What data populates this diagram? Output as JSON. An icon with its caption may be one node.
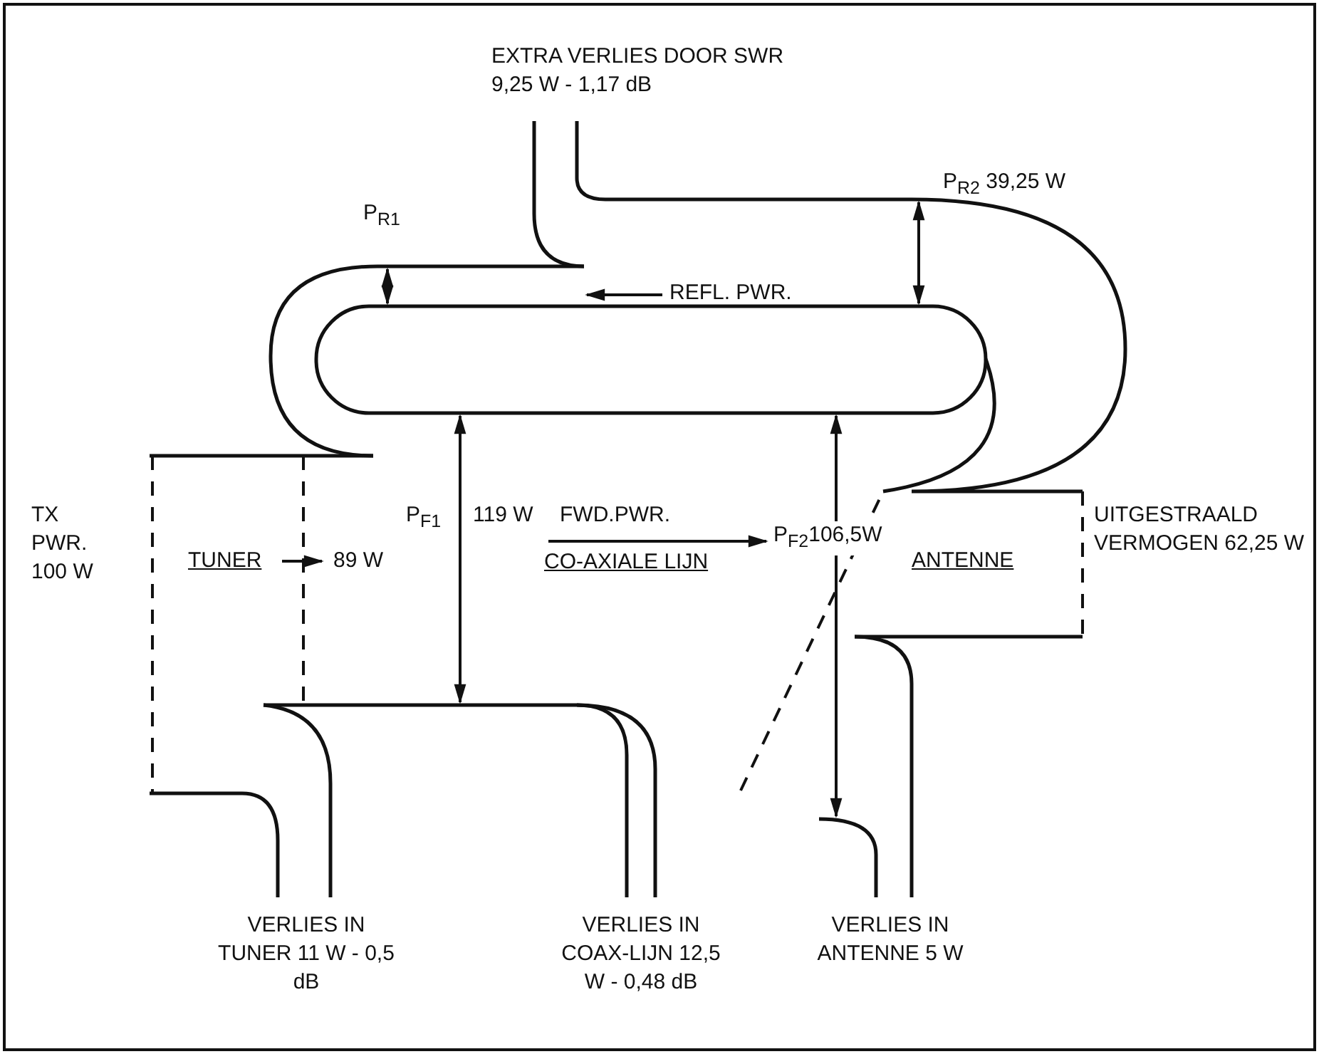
{
  "diagram": {
    "labels": [
      "EXTRA VERLIES DOOR SWR 9,25 W - 1,17 dB",
      "P$_{R2}$ 39,25 W",
      "P$_{R1}$",
      "REFL. PWR.",
      "TX PWR. 100 W",
      "P$_{F1}$",
      "119 W",
      "FWD.PWR.",
      "P$_{F2}$106,5W",
      "UITGESTRAALD VERMOGEN 62,25 W",
      "TUNER",
      "89 W",
      "CO-AXIALE LIJN",
      "ANTENNE",
      "VERLIES IN TUNER 11 W - 0,5 dB",
      "VERLIES IN COAX-LIJN 12,5 W - 0,48 dB",
      "VERLIES IN ANTENNE 5 W"
    ]
  }
}
